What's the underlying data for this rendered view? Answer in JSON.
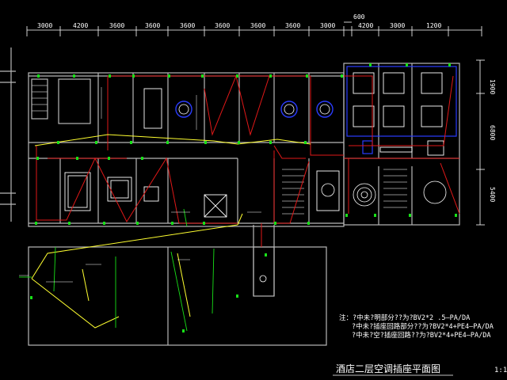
{
  "drawing": {
    "title": "酒店二层空调插座平面图",
    "scale": "1:1",
    "colors": {
      "background": "#000000",
      "wall": "#b8b8b8",
      "dimension": "#ffffff",
      "wire_red": "#e01818",
      "wire_yellow": "#ffff30",
      "outlet_green": "#18e018",
      "fixture_blue": "#2a3cff"
    }
  },
  "dimensions": {
    "top": [
      "3000",
      "4200",
      "3600",
      "3600",
      "3600",
      "3600",
      "3600",
      "3600",
      "3000",
      "4200",
      "3000",
      "1200"
    ],
    "top_extra": "600",
    "right": [
      "1900",
      "6800",
      "5400"
    ]
  },
  "notes": [
    "注：?中未?明部分??为?BV2*2 .5—PA/DA",
    "?中未?插座回路部分??为?BV2*4+PE4—PA/DA",
    "?中未?空?插座回路??为?BV2*4+PE4—PA/DA"
  ]
}
